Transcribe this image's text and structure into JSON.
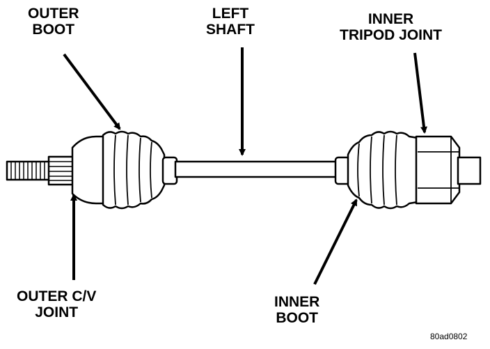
{
  "labels": {
    "outer_boot": [
      "OUTER",
      "BOOT"
    ],
    "left_shaft": [
      "LEFT",
      "SHAFT"
    ],
    "inner_tripod_joint": [
      "INNER",
      "TRIPOD JOINT"
    ],
    "outer_cv_joint": [
      "OUTER C/V",
      "JOINT"
    ],
    "inner_boot": [
      "INNER",
      "BOOT"
    ]
  },
  "figure_code": "80ad0802",
  "colors": {
    "ink": "#000000",
    "paper": "#ffffff"
  }
}
